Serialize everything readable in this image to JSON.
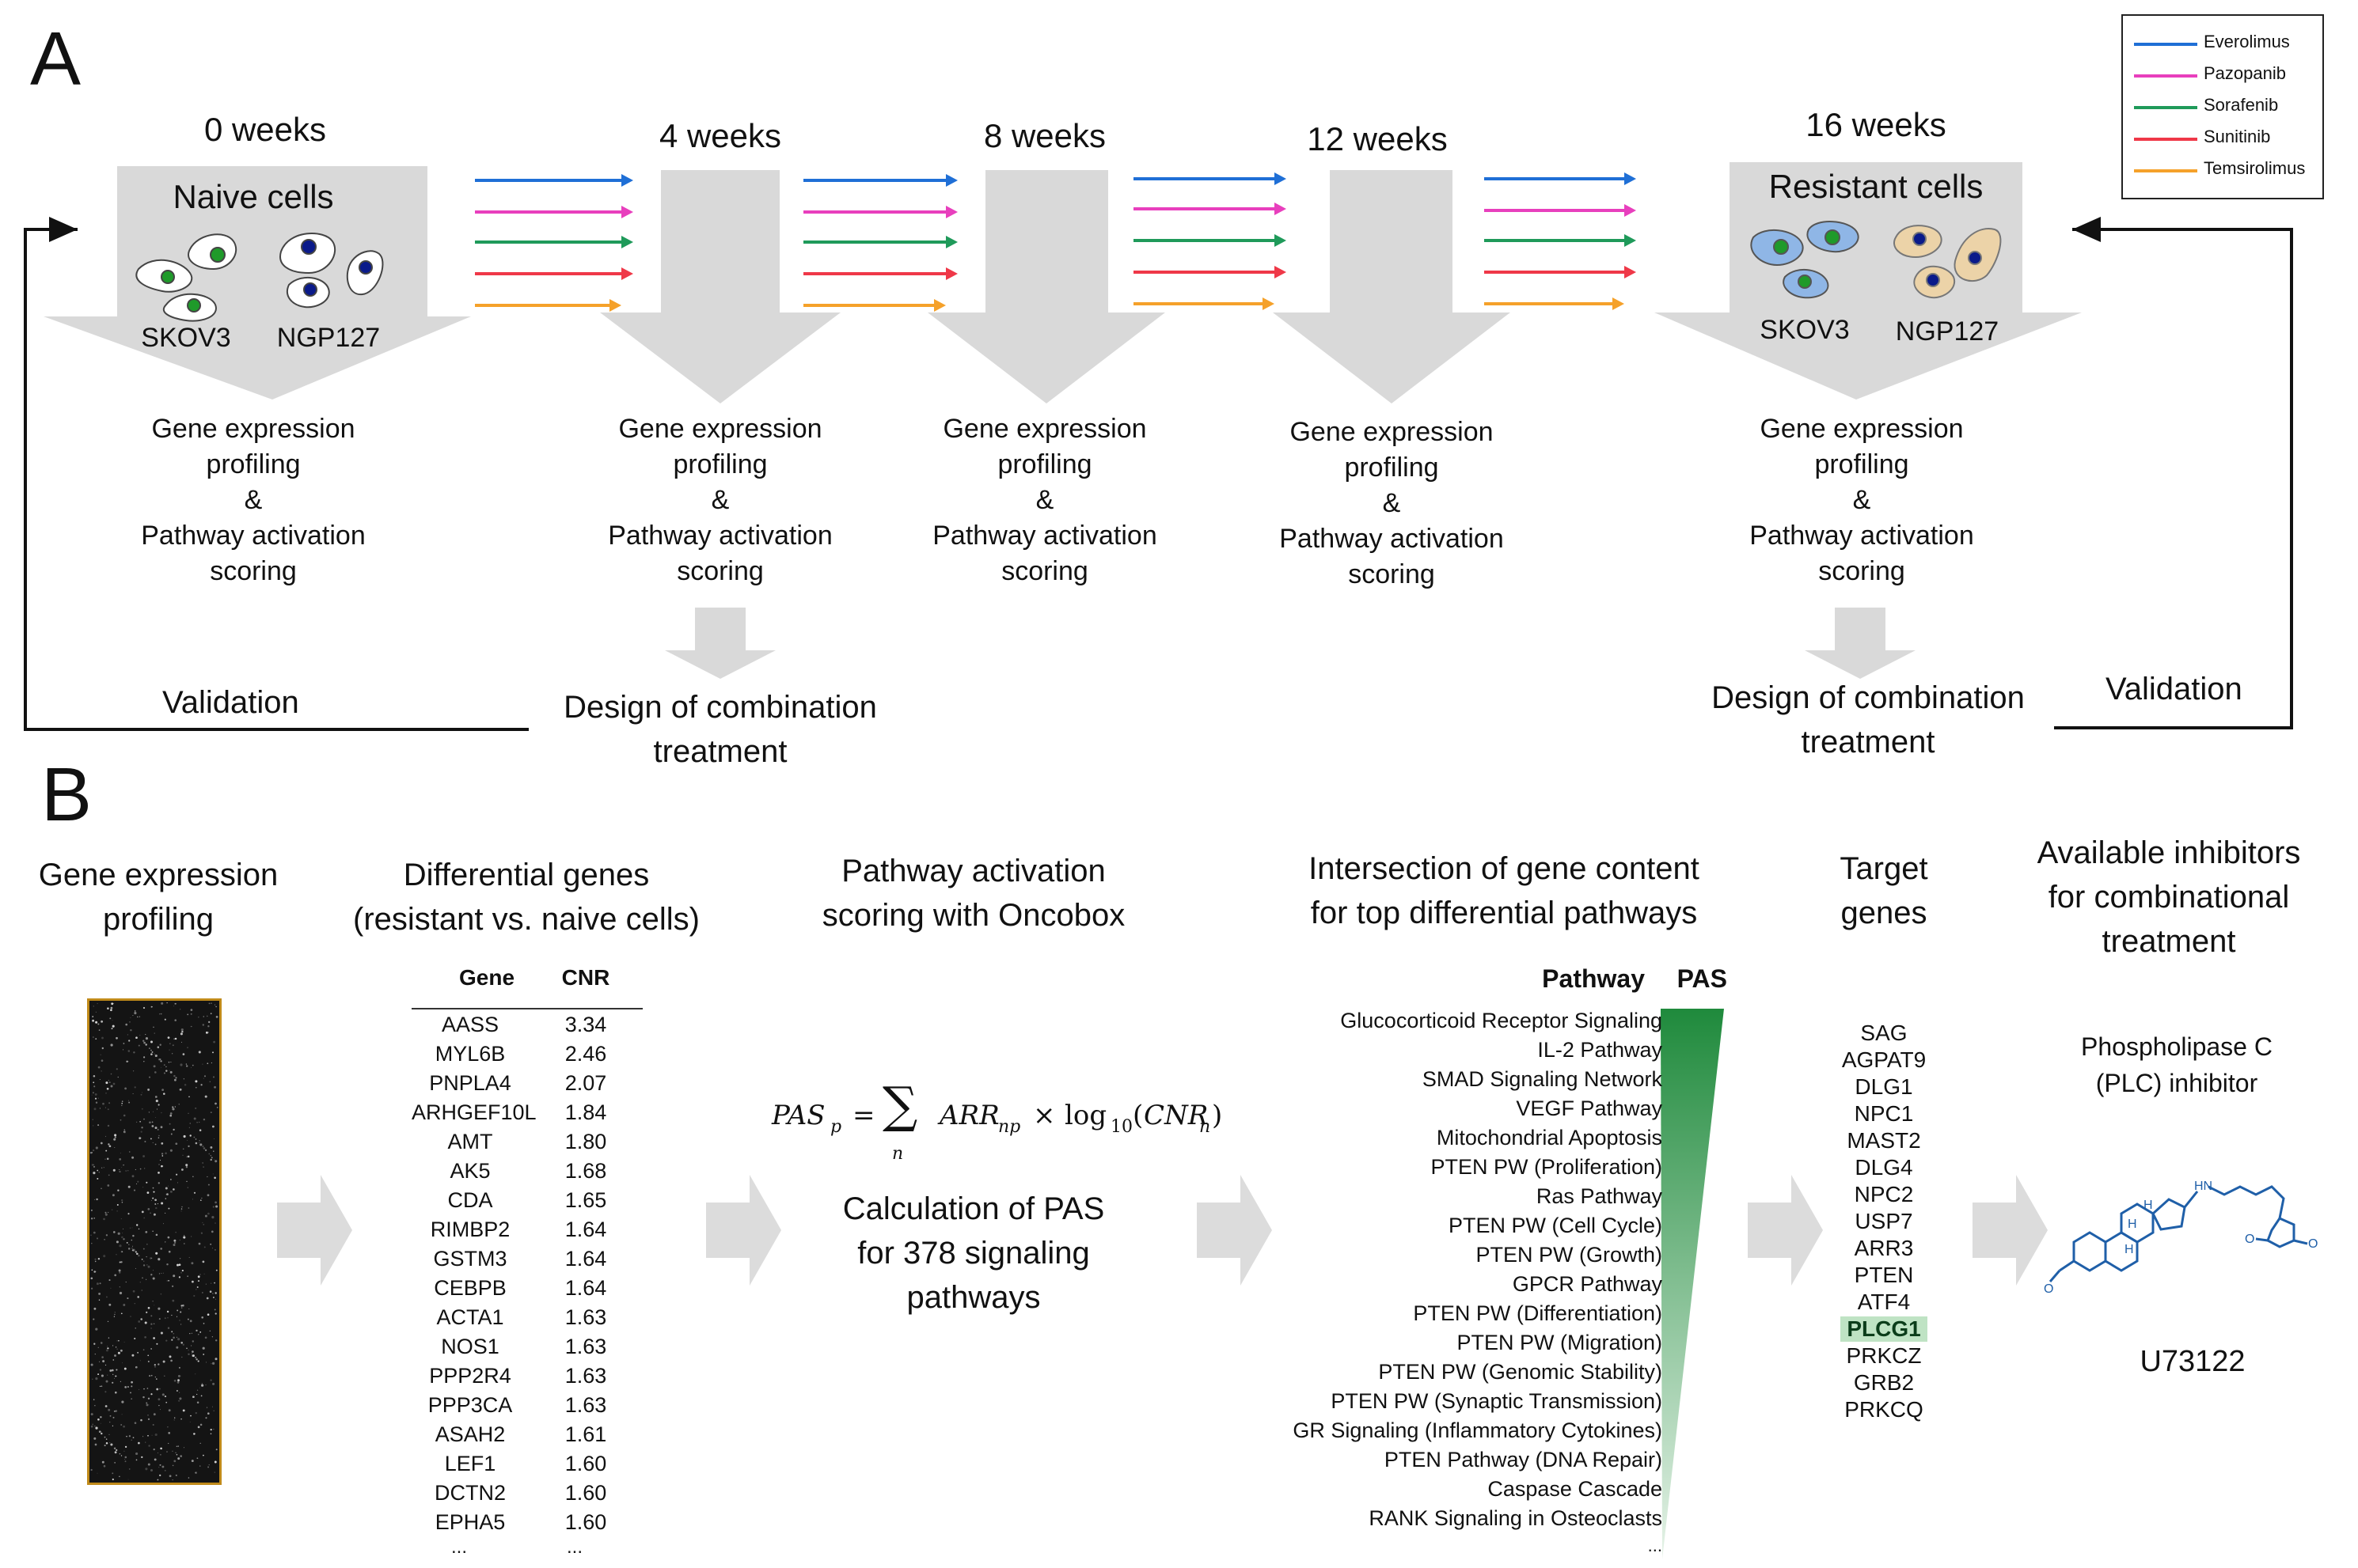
{
  "panel_a": {
    "letter": "A",
    "stages": [
      {
        "week": "0 weeks",
        "cells_title": "Naive cells",
        "cell_lines": [
          "SKOV3",
          "NGP127"
        ]
      },
      {
        "week": "4 weeks"
      },
      {
        "week": "8 weeks"
      },
      {
        "week": "12 weeks"
      },
      {
        "week": "16 weeks",
        "cells_title": "Resistant cells",
        "cell_lines": [
          "SKOV3",
          "NGP127"
        ]
      }
    ],
    "profiling_text": [
      "Gene expression",
      "profiling",
      "&",
      "Pathway activation",
      "scoring"
    ],
    "validation": "Validation",
    "design_text": [
      "Design of combination",
      "treatment"
    ],
    "legend": [
      {
        "name": "Everolimus",
        "color": "#1f6fd6"
      },
      {
        "name": "Pazopanib",
        "color": "#e83fbd"
      },
      {
        "name": "Sorafenib",
        "color": "#1f9a5a"
      },
      {
        "name": "Sunitinib",
        "color": "#ef3848"
      },
      {
        "name": "Temsirolimus",
        "color": "#f5a12a"
      }
    ]
  },
  "panel_b": {
    "letter": "B",
    "headers": {
      "col1": [
        "Gene expression",
        "profiling"
      ],
      "col2": [
        "Differential genes",
        "(resistant vs. naive cells)"
      ],
      "col3": [
        "Pathway activation",
        "scoring with Oncobox"
      ],
      "col4": [
        "Intersection of gene content",
        "for top differential pathways"
      ],
      "col5": [
        "Target",
        "genes"
      ],
      "col6": [
        "Available inhibitors",
        "for combinational",
        "treatment"
      ]
    },
    "gene_table": {
      "col_gene": "Gene",
      "col_cnr": "CNR",
      "rows": [
        [
          "AASS",
          "3.34"
        ],
        [
          "MYL6B",
          "2.46"
        ],
        [
          "PNPLA4",
          "2.07"
        ],
        [
          "ARHGEF10L",
          "1.84"
        ],
        [
          "AMT",
          "1.80"
        ],
        [
          "AK5",
          "1.68"
        ],
        [
          "CDA",
          "1.65"
        ],
        [
          "RIMBP2",
          "1.64"
        ],
        [
          "GSTM3",
          "1.64"
        ],
        [
          "CEBPB",
          "1.64"
        ],
        [
          "ACTA1",
          "1.63"
        ],
        [
          "NOS1",
          "1.63"
        ],
        [
          "PPP2R4",
          "1.63"
        ],
        [
          "PPP3CA",
          "1.63"
        ],
        [
          "ASAH2",
          "1.61"
        ],
        [
          "LEF1",
          "1.60"
        ],
        [
          "DCTN2",
          "1.60"
        ],
        [
          "EPHA5",
          "1.60"
        ]
      ],
      "ellipsis": "..."
    },
    "formula": {
      "lhs": "PAS",
      "lhs_sub": "p",
      "sum_sub": "n",
      "arr": "ARR",
      "arr_sub": "np",
      "times": "×",
      "log": "log",
      "log_sub": "10",
      "cnr": "CNR",
      "cnr_sub": "n"
    },
    "pas_calc_text": [
      "Calculation of PAS",
      "for 378 signaling",
      "pathways"
    ],
    "pathway_table": {
      "col_pathway": "Pathway",
      "col_pas": "PAS",
      "items": [
        "Glucocorticoid Receptor Signaling",
        "IL-2 Pathway",
        "SMAD Signaling Network",
        "VEGF Pathway",
        "Mitochondrial Apoptosis",
        "PTEN PW (Proliferation)",
        "Ras Pathway",
        "PTEN PW (Cell Cycle)",
        "PTEN PW (Growth)",
        "GPCR Pathway",
        "PTEN PW (Differentiation)",
        "PTEN PW (Migration)",
        "PTEN PW (Genomic Stability)",
        "PTEN PW (Synaptic Transmission)",
        "GR Signaling (Inflammatory Cytokines)",
        "PTEN Pathway (DNA Repair)",
        "Caspase Cascade",
        "RANK Signaling in Osteoclasts"
      ],
      "ellipsis": "...",
      "bar_color": "#1f8a3c"
    },
    "target_genes": [
      "SAG",
      "AGPAT9",
      "DLG1",
      "NPC1",
      "MAST2",
      "DLG4",
      "NPC2",
      "USP7",
      "ARR3",
      "PTEN",
      "ATF4",
      "PLCG1",
      "PRKCZ",
      "GRB2",
      "PRKCQ"
    ],
    "highlight_gene": "PLCG1",
    "inhibitor": {
      "title": [
        "Phospholipase C",
        "(PLC) inhibitor"
      ],
      "name": "U73122",
      "atom_labels": [
        "H",
        "H",
        "H",
        "HN",
        "O",
        "O",
        "O"
      ]
    }
  }
}
